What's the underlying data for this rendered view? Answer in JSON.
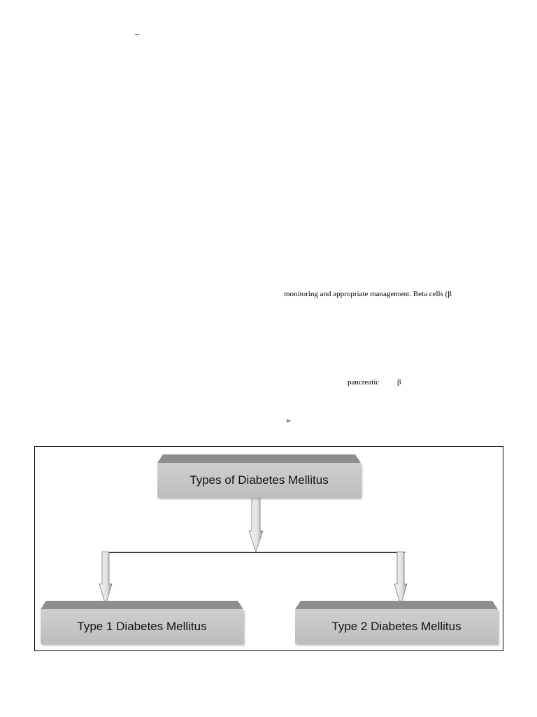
{
  "fragments": {
    "dash": "–",
    "monitoring": "monitoring and appropriate management. Beta cells (β",
    "pancreatic": "pancreatic",
    "beta": "β",
    "bullet": "➢"
  },
  "diagram": {
    "top": "Types of Diabetes Mellitus",
    "left": "Type 1 Diabetes Mellitus",
    "right": "Type 2 Diabetes Mellitus"
  }
}
